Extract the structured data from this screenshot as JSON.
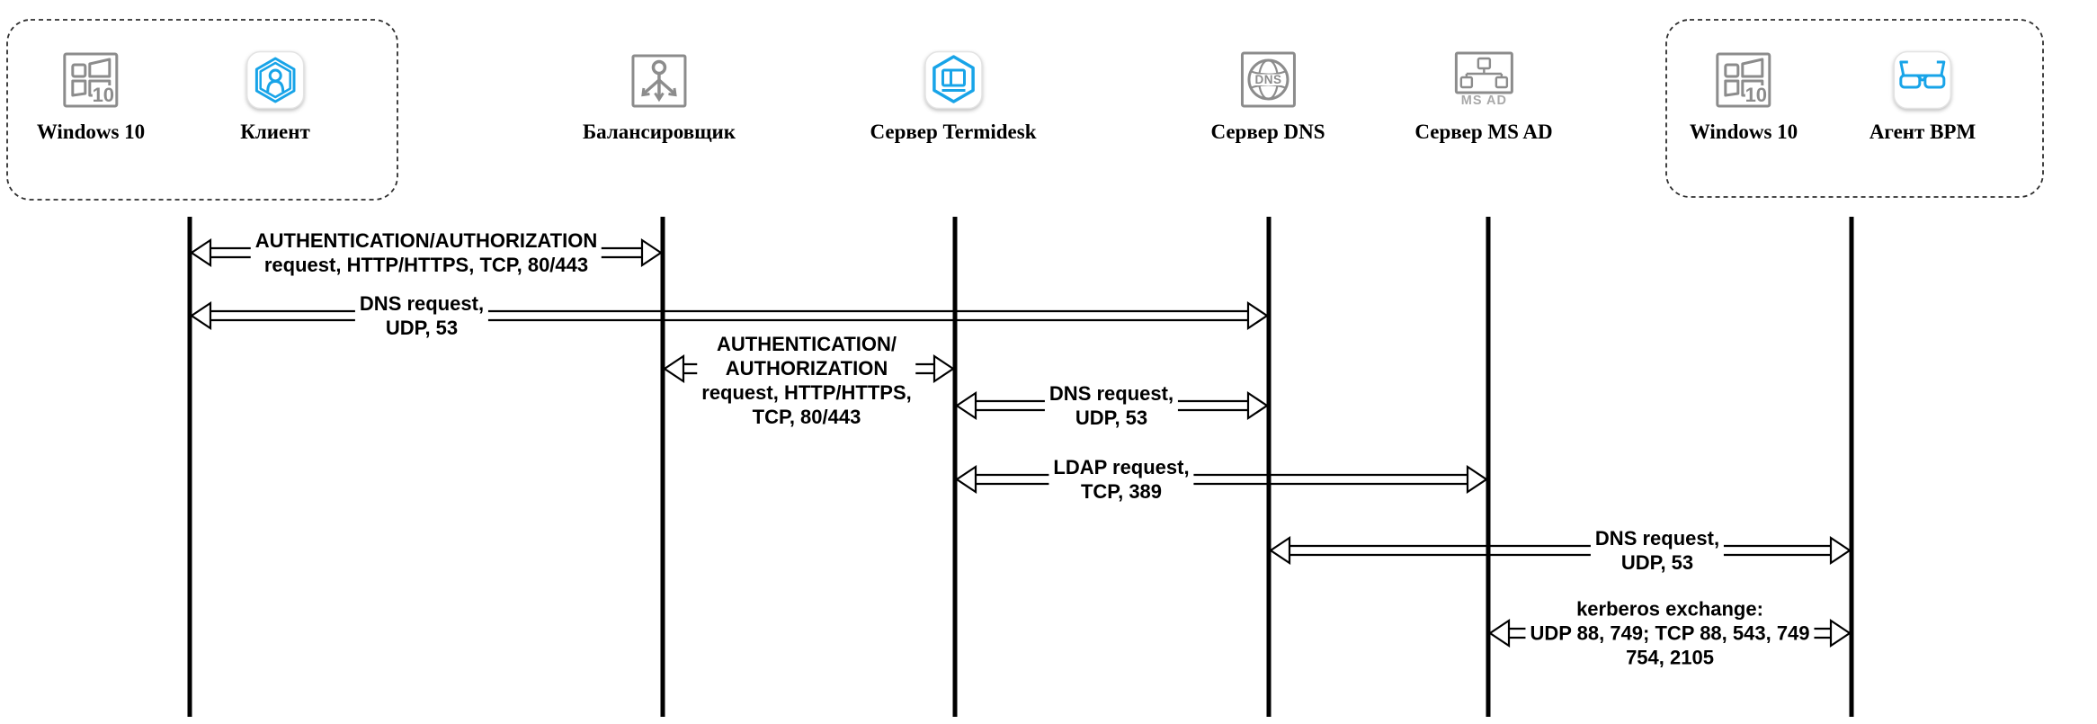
{
  "diagram": {
    "actors": [
      {
        "name": "Windows 10",
        "icon": "windows-10"
      },
      {
        "name": "Клиент",
        "icon": "client-hexagon-user"
      },
      {
        "name": "Балансировщик",
        "icon": "load-balancer"
      },
      {
        "name": "Сервер Termidesk",
        "icon": "termidesk-hexagon-screen"
      },
      {
        "name": "Сервер DNS",
        "icon": "dns-globe"
      },
      {
        "name": "Сервер MS AD",
        "icon": "ms-ad-tree"
      },
      {
        "name": "Windows 10",
        "icon": "windows-10"
      },
      {
        "name": "Агент BPM",
        "icon": "bpm-agent-glasses"
      }
    ],
    "groups": [
      {
        "side": "left",
        "actor_indexes": [
          0,
          1
        ]
      },
      {
        "side": "right",
        "actor_indexes": [
          6,
          7
        ]
      }
    ],
    "icon_texts": {
      "windows_badge": "10",
      "dns_label": "DNS",
      "msad_label": "MS AD"
    },
    "messages": [
      {
        "from": "Клиент",
        "to": "Балансировщик",
        "lines": [
          "AUTHENTICATION/AUTHORIZATION",
          "request, HTTP/HTTPS, TCP, 80/443"
        ]
      },
      {
        "from": "Клиент",
        "to": "Сервер DNS",
        "lines": [
          "DNS request,",
          "UDP, 53"
        ]
      },
      {
        "from": "Балансировщик",
        "to": "Сервер Termidesk",
        "lines": [
          "AUTHENTICATION/",
          "AUTHORIZATION",
          "request, HTTP/HTTPS,",
          "TCP, 80/443"
        ]
      },
      {
        "from": "Сервер Termidesk",
        "to": "Сервер DNS",
        "lines": [
          "DNS request,",
          "UDP, 53"
        ]
      },
      {
        "from": "Сервер Termidesk",
        "to": "Сервер MS AD",
        "lines": [
          "LDAP request,",
          "TCP, 389"
        ]
      },
      {
        "from": "Сервер DNS",
        "to": "Агент BPM",
        "lines": [
          "DNS request,",
          "UDP, 53"
        ]
      },
      {
        "from": "Сервер MS AD",
        "to": "Агент BPM",
        "lines": [
          "kerberos exchange:",
          "UDP 88, 749; TCP 88, 543, 749",
          "754, 2105"
        ]
      }
    ]
  }
}
